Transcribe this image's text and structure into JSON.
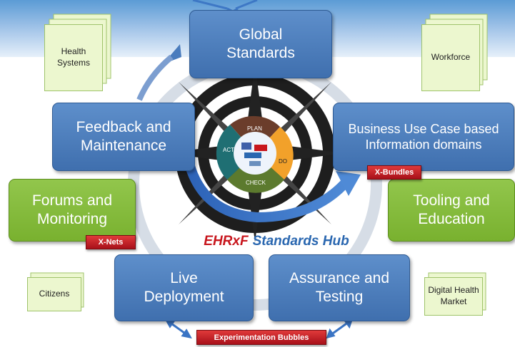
{
  "boxes": {
    "global_standards": "Global\nStandards",
    "business_use_case": "Business Use Case based\nInformation domains",
    "feedback": "Feedback and\nMaintenance",
    "forums": "Forums and\nMonitoring",
    "tooling": "Tooling and\nEducation",
    "live_deployment": "Live\nDeployment",
    "assurance": "Assurance and\nTesting"
  },
  "notes": {
    "health_systems": "Health\nSystems",
    "workforce": "Workforce",
    "citizens": "Citizens",
    "digital_health_market": "Digital Health\nMarket"
  },
  "tags": {
    "x_bundles": "X-Bundles",
    "x_nets": "X-Nets",
    "experimentation": "Experimentation Bubbles"
  },
  "hub": {
    "part1": "EHRxF",
    "part2": "Standards Hub"
  },
  "pdca": {
    "plan": "PLAN",
    "do": "DO",
    "check": "CHECK",
    "act": "ACT"
  },
  "colors": {
    "box_blue": "#4a7cbd",
    "box_green": "#84bb3b",
    "tag_red": "#c1121f",
    "hub_red": "#c8161d",
    "hub_blue": "#2a67b0"
  }
}
